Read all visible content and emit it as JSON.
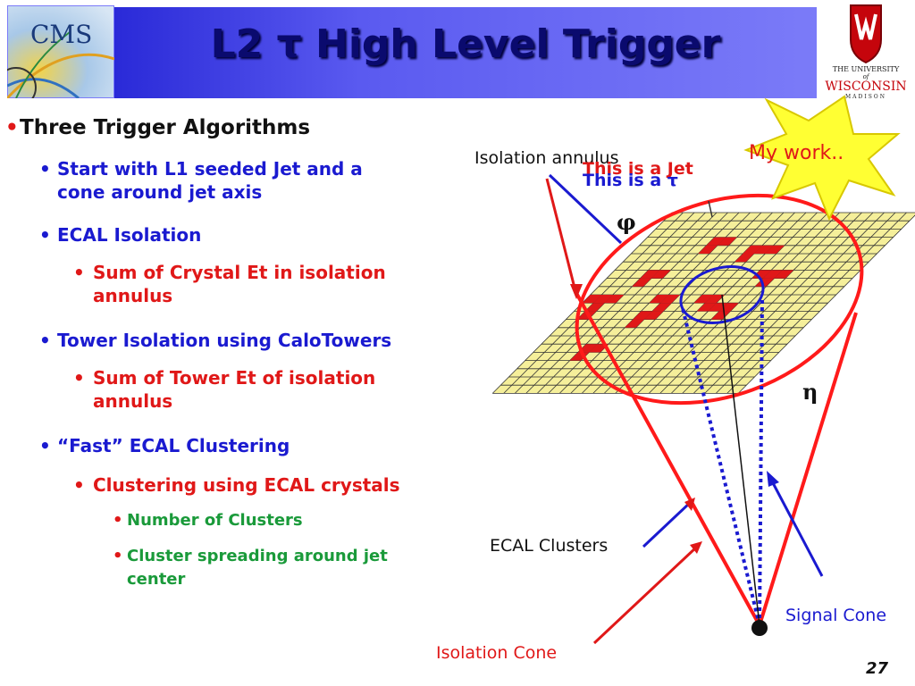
{
  "slide": {
    "title": "L2 τ High Level Trigger",
    "page_number": "27"
  },
  "logos": {
    "cms_text": "CMS",
    "uw_line1": "THE UNIVERSITY",
    "uw_line2": "of",
    "uw_line3": "WISCONSIN",
    "uw_line4": "MADISON"
  },
  "bullets": [
    {
      "level": 0,
      "text": "Three Trigger Algorithms"
    },
    {
      "level": 1,
      "lines": [
        "Start with L1 seeded Jet and a",
        "cone around jet axis"
      ]
    },
    {
      "level": 1,
      "lines": [
        "ECAL Isolation"
      ]
    },
    {
      "level": 2,
      "lines": [
        "Sum of Crystal Et in isolation",
        "annulus"
      ]
    },
    {
      "level": 1,
      "lines": [
        " Tower Isolation using CaloTowers"
      ]
    },
    {
      "level": 2,
      "lines": [
        "Sum of Tower Et of isolation",
        "annulus"
      ]
    },
    {
      "level": 1,
      "lines": [
        "“Fast” ECAL Clustering"
      ]
    },
    {
      "level": 2,
      "lines": [
        "Clustering using ECAL crystals"
      ]
    },
    {
      "level": 3,
      "lines": [
        "Number of Clusters"
      ]
    },
    {
      "level": 3,
      "lines": [
        "Cluster spreading around jet",
        "center"
      ]
    }
  ],
  "diagram": {
    "label_isolation_annulus": "Isolation annulus",
    "label_this_is_a_jet": "This is a Jet",
    "label_this_is_a_tau": "This is a τ",
    "label_phi": "φ",
    "label_eta": "η",
    "label_ecal_clusters": "ECAL Clusters",
    "label_signal_cone": "Signal Cone",
    "label_isolation_cone": "Isolation Cone",
    "callout": "My work..",
    "colors": {
      "grid_fill": "#f5ef9a",
      "grid_line": "#333333",
      "cell_highlight": "#e01818",
      "cone": "#ff1a1a",
      "signal": "#1a1ad0",
      "callout_fill": "#ffff33"
    }
  }
}
